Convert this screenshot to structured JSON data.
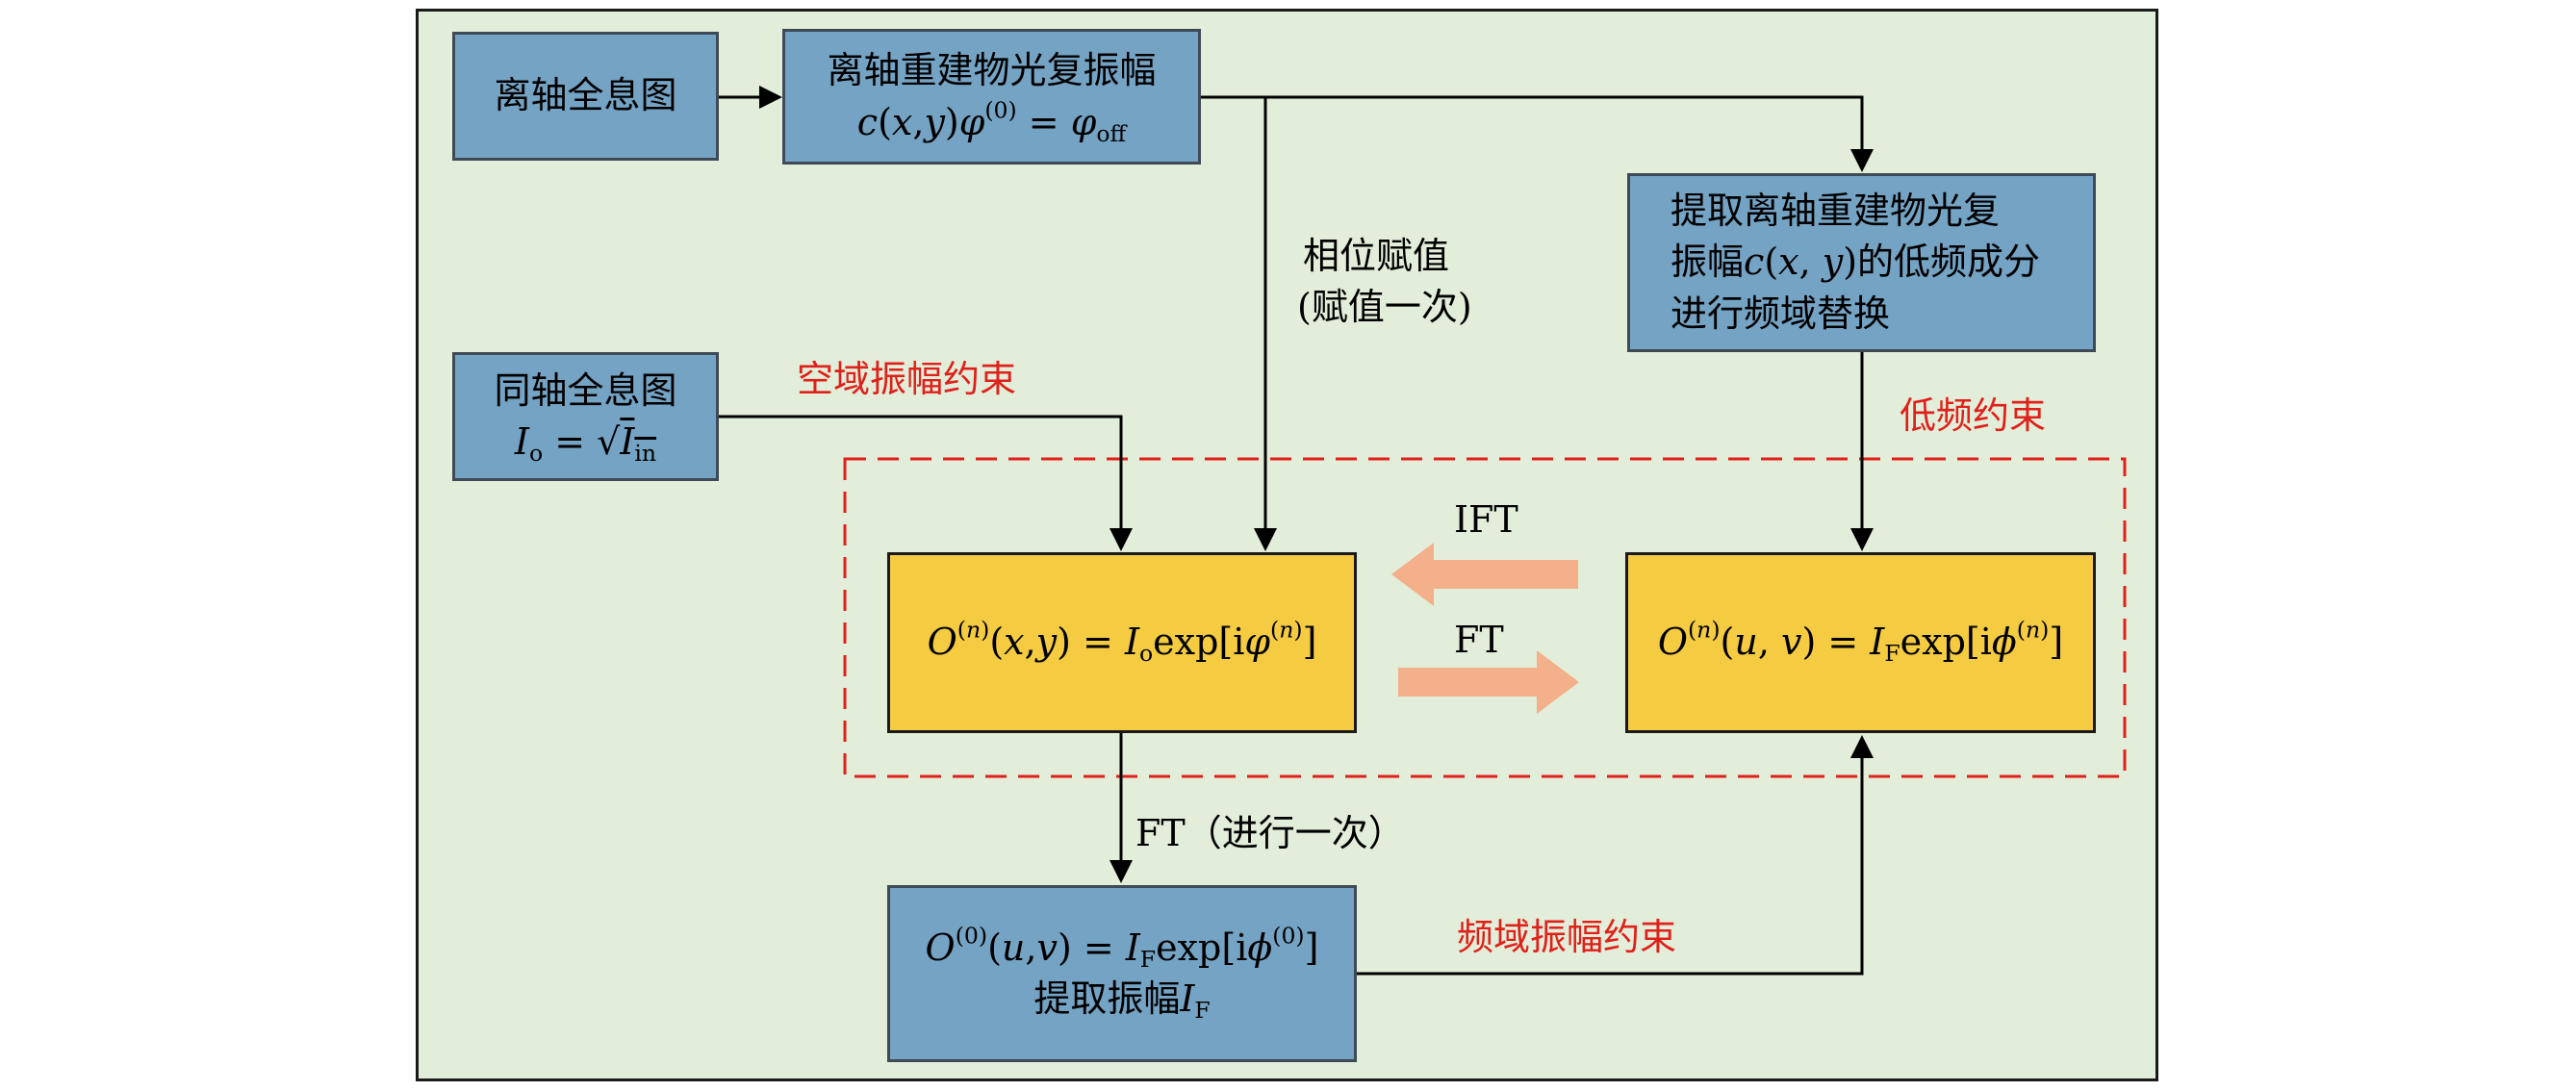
{
  "box_offaxis_hologram": {
    "text": "离轴全息图"
  },
  "box_offaxis_reconstruct": {
    "line1": "离轴重建物光复振幅"
  },
  "box_extract_lowfreq": {
    "line1": "提取离轴重建物光复",
    "line2_prefix": "振幅",
    "line2_suffix": "的低频成分",
    "line3": "进行频域替换"
  },
  "box_inline_hologram": {
    "line1": "同轴全息图"
  },
  "box_init_spectrum": {
    "line2_prefix": "提取振幅"
  },
  "labels": {
    "phase_assign_1": "相位赋值",
    "phase_assign_2": "(赋值一次)",
    "spatial_constraint": "空域振幅约束",
    "lowfreq_constraint": "低频约束",
    "ift": "IFT",
    "ft": "FT",
    "ft_once": "FT（进行一次）",
    "freq_constraint": "频域振幅约束"
  },
  "colors": {
    "background": "#e2eed9",
    "blue_box": "#74a3c4",
    "yellow_box": "#f5cb42",
    "arrow_orange": "#f3b08a",
    "constraint_red": "#e0201a"
  }
}
